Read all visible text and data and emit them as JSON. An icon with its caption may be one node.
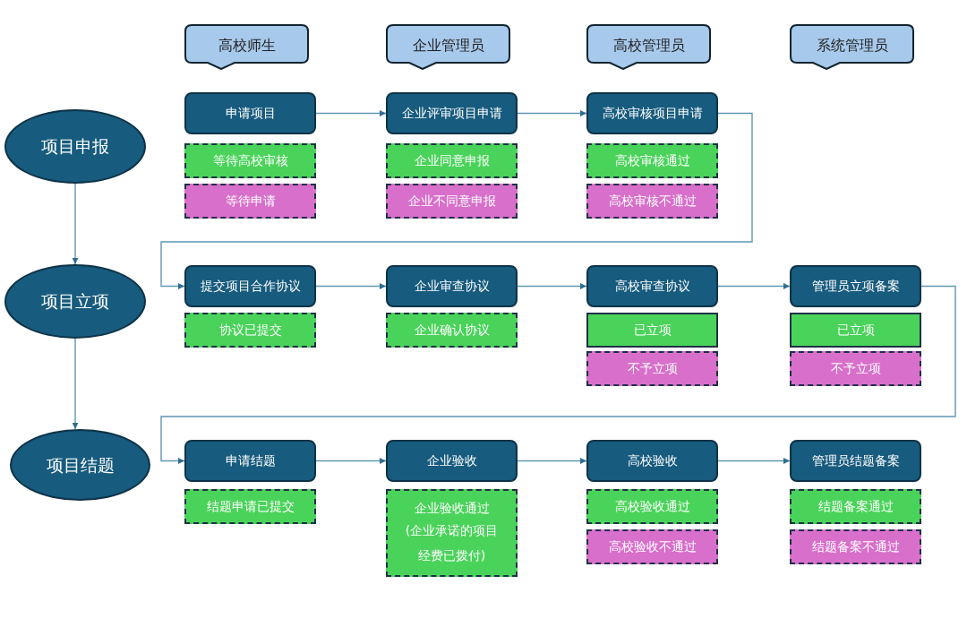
{
  "diagram": {
    "nodes": [
      {
        "text": [
          "高校师生"
        ]
      },
      {
        "text": [
          "企业管理员"
        ]
      },
      {
        "text": [
          "高校管理员"
        ]
      },
      {
        "text": [
          "系统管理员"
        ]
      },
      {
        "text": [
          "项目申报"
        ]
      },
      {
        "text": [
          "项目立项"
        ]
      },
      {
        "text": [
          "项目结题"
        ]
      },
      {
        "text": [
          "申请项目"
        ]
      },
      {
        "text": [
          "等待高校审核"
        ]
      },
      {
        "text": [
          "等待申请"
        ]
      },
      {
        "text": [
          "企业评审项目申请"
        ]
      },
      {
        "text": [
          "企业同意申报"
        ]
      },
      {
        "text": [
          "企业不同意申报"
        ]
      },
      {
        "text": [
          "高校审核项目申请"
        ]
      },
      {
        "text": [
          "高校审核通过"
        ]
      },
      {
        "text": [
          "高校审核不通过"
        ]
      },
      {
        "text": [
          "提交项目合作协议"
        ]
      },
      {
        "text": [
          "协议已提交"
        ]
      },
      {
        "text": [
          "企业审查协议"
        ]
      },
      {
        "text": [
          "企业确认协议"
        ]
      },
      {
        "text": [
          "高校审查协议"
        ]
      },
      {
        "text": [
          "已立项"
        ]
      },
      {
        "text": [
          "不予立项"
        ]
      },
      {
        "text": [
          "管理员立项备案"
        ]
      },
      {
        "text": [
          "已立项"
        ]
      },
      {
        "text": [
          "不予立项"
        ]
      },
      {
        "text": [
          "申请结题"
        ]
      },
      {
        "text": [
          "结题申请已提交"
        ]
      },
      {
        "text": [
          "企业验收"
        ]
      },
      {
        "text": [
          "企业验收通过",
          "(企业承诺的项目经费已拨付)"
        ]
      },
      {
        "text": [
          "高校验收"
        ]
      },
      {
        "text": [
          "高校验收通过"
        ]
      },
      {
        "text": [
          "高校验收不通过"
        ]
      },
      {
        "text": [
          "管理员结题备案"
        ]
      },
      {
        "text": [
          "结题备案通过"
        ]
      },
      {
        "text": [
          "结题备案不通过"
        ]
      }
    ],
    "edges": [
      {
        "from": 4,
        "to": 5,
        "arrow": "to"
      },
      {
        "from": 5,
        "to": 6,
        "arrow": "to"
      },
      {
        "from": 7,
        "to": 10,
        "arrow": "to"
      },
      {
        "from": 10,
        "to": 13,
        "arrow": "to"
      },
      {
        "from": 13,
        "to": 16,
        "arrow": "to"
      },
      {
        "from": 16,
        "to": 18,
        "arrow": "to"
      },
      {
        "from": 18,
        "to": 20,
        "arrow": "to"
      },
      {
        "from": 20,
        "to": 23,
        "arrow": "to"
      },
      {
        "from": 23,
        "to": 26,
        "arrow": "to"
      },
      {
        "from": 26,
        "to": 28,
        "arrow": "to"
      },
      {
        "from": 28,
        "to": 30,
        "arrow": "to"
      },
      {
        "from": 30,
        "to": 33,
        "arrow": "to"
      }
    ]
  }
}
